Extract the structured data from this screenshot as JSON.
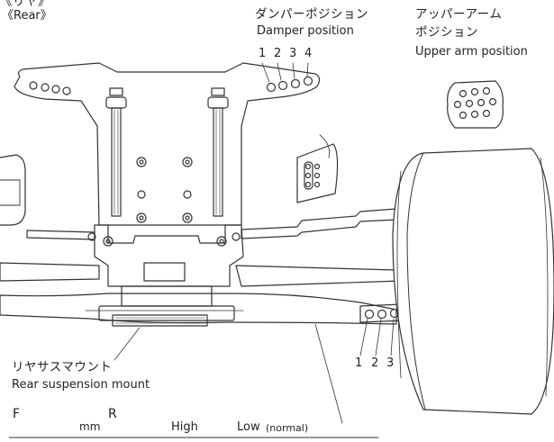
{
  "section": {
    "jp": "《リヤ》",
    "en": "《Rear》"
  },
  "damper_position": {
    "jp": "ダンパーポジション",
    "en": "Damper position",
    "numbers": [
      "1",
      "2",
      "3",
      "4"
    ]
  },
  "upper_arm_position": {
    "jp": "アッパーアーム",
    "jp2": "ポジション",
    "en": "Upper arm position"
  },
  "lower_positions": {
    "numbers": [
      "1",
      "2",
      "3"
    ]
  },
  "rear_suspension_mount": {
    "jp": "リヤサスマウント",
    "en": "Rear suspension mount"
  },
  "table_header": {
    "f": "F",
    "unit": "mm",
    "r": "R",
    "high": "High",
    "low": "Low",
    "low_note": "(normal)"
  }
}
